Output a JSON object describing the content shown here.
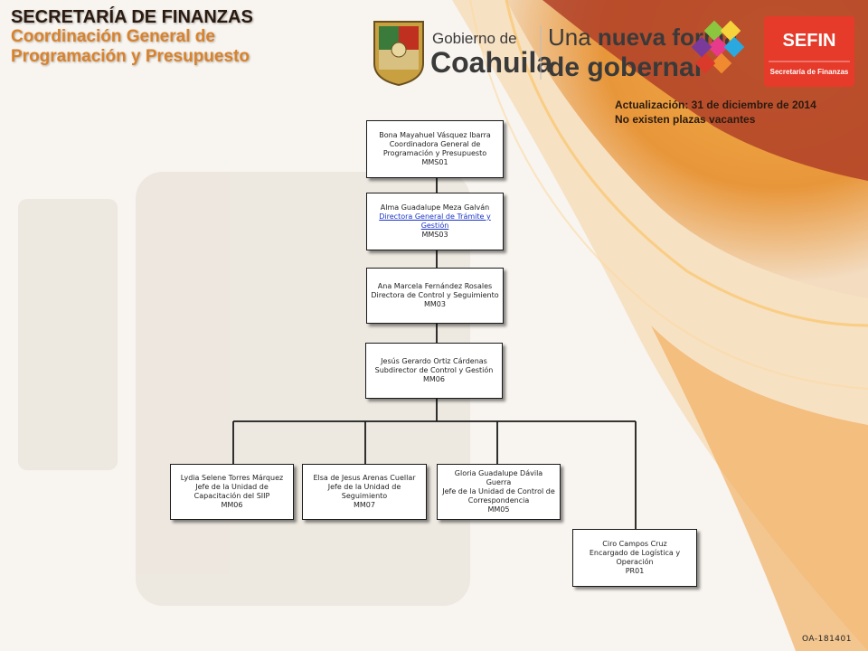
{
  "header": {
    "line1": "SECRETARÍA DE FINANZAS",
    "line2": "Coordinación General de",
    "line3": "Programación y Presupuesto"
  },
  "logos": {
    "gobierno": "Gobierno de",
    "coahuila": "Coahuila",
    "slogan_1a": "Una ",
    "slogan_1b": "nueva forma",
    "slogan_2": "de gobernar",
    "sefin": "SEFIN",
    "sefin_sub": "Secretaría de Finanzas"
  },
  "update": {
    "date": "Actualización: 31  de diciembre de 2014",
    "vacancies": "No existen plazas vacantes"
  },
  "org": {
    "n1": {
      "name": "Bona Mayahuel Vásquez Ibarra",
      "title": "Coordinadora  General de Programación  y  Presupuesto",
      "code": "MMS01"
    },
    "n2": {
      "name": "Alma Guadalupe  Meza Galván",
      "title": "Directora  General  de  Trámite  y Gestión",
      "code": "MMS03"
    },
    "n3": {
      "name": "Ana  Marcela Fernández Rosales",
      "title": "Directora  de Control  y Seguimiento",
      "code": "MM03"
    },
    "n4": {
      "name": "Jesús Gerardo  Ortiz Cárdenas",
      "title": "Subdirector  de Control y Gestión",
      "code": "MM06"
    },
    "n5": {
      "name": "Lydia Selene Torres  Márquez",
      "title": "Jefe de  la  Unidad de Capacitación  del SIIP",
      "code": "MM06"
    },
    "n6": {
      "name": "Elsa de Jesus Arenas Cuellar",
      "title": "Jefe de  la  Unidad de Seguimiento",
      "code": "MM07"
    },
    "n7": {
      "name": "Gloria  Guadalupe Dávila Guerra",
      "title": "Jefe de  la  Unidad de Control  de Correspondencia",
      "code": "MM05"
    },
    "n8": {
      "name": "Ciro  Campos Cruz",
      "title": "Encargado  de Logística  y Operación",
      "code": "PR01"
    }
  },
  "footer": {
    "code": "OA-181401"
  },
  "colors": {
    "accent_orange": "#d9822b",
    "sefin_red": "#e63a2a",
    "maroon": "#8a2a2a"
  }
}
